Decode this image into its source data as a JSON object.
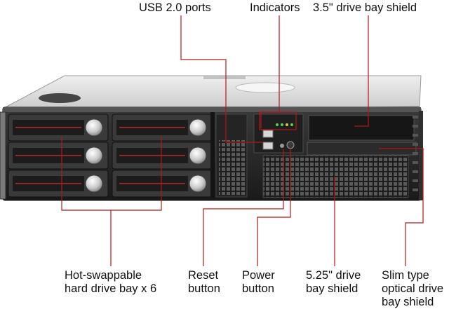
{
  "labels": {
    "usb": "USB 2.0 ports",
    "indicators": "Indicators",
    "drive35_shield": "3.5\" drive bay shield",
    "hotswap_line1": "Hot-swappable",
    "hotswap_line2": "hard drive bay x 6",
    "reset_line1": "Reset",
    "reset_line2": "button",
    "power_line1": "Power",
    "power_line2": "button",
    "drive525_line1": "5.25\" drive",
    "drive525_line2": "bay shield",
    "slim_line1": "Slim type",
    "slim_line2": "optical drive",
    "slim_line3": "bay shield"
  },
  "colors": {
    "callout_line": "#b01818",
    "chassis_top": "#dcdcdc",
    "front_panel": "#2a2a2a",
    "drive_tray": "#3a3a3a",
    "tray_stripe": "#cc3333"
  },
  "drive_bay_count": 6
}
